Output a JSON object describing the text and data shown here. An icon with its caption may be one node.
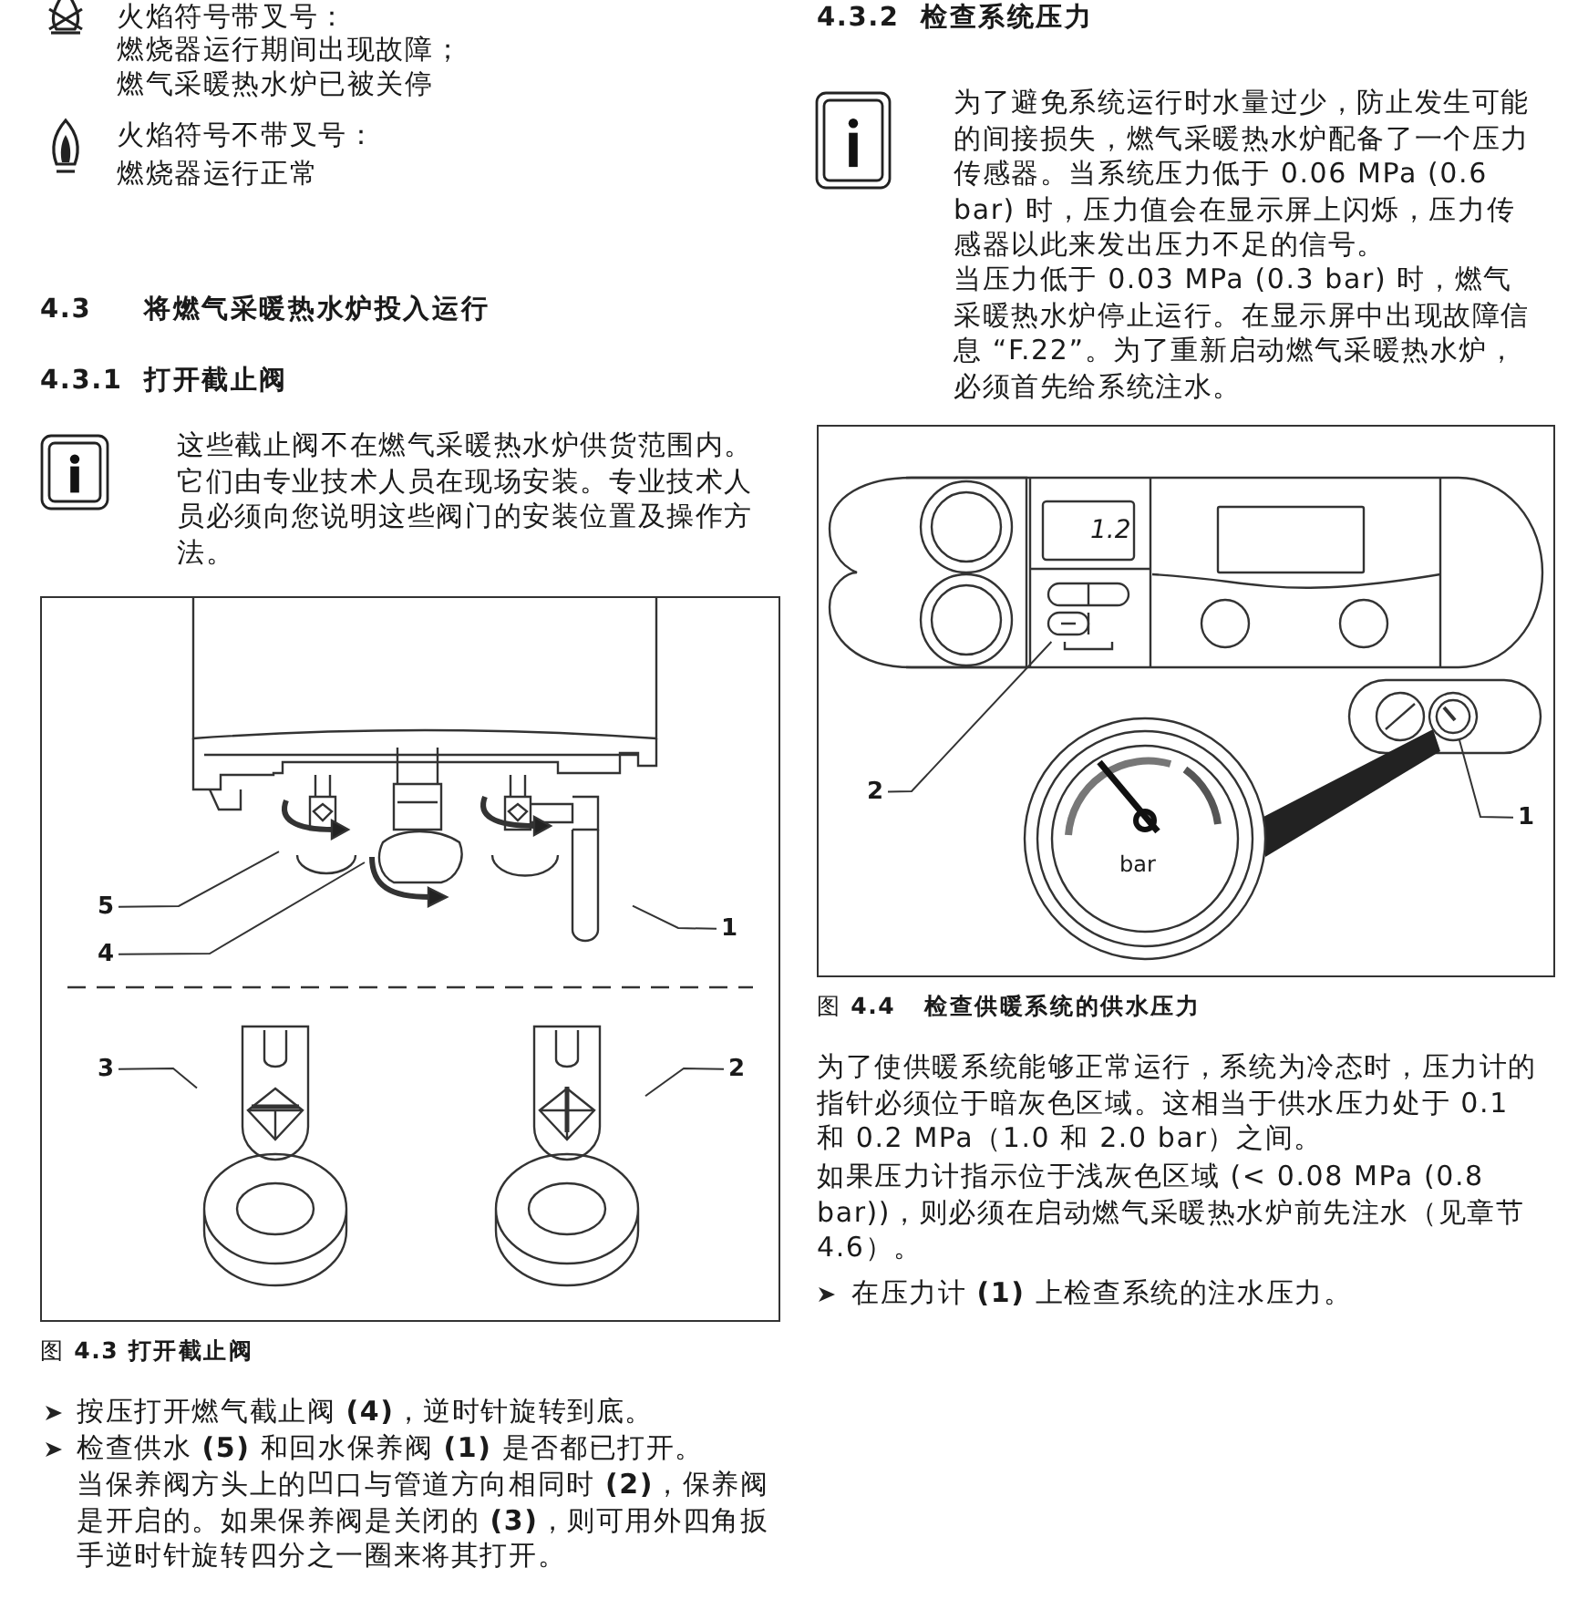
{
  "diagram": {
    "nodes": [
      {
        "text": [
          "5"
        ]
      },
      {
        "text": [],
        "shape": "picture"
      },
      {
        "text": [
          "4"
        ]
      },
      {
        "text": [],
        "shape": "picture"
      },
      {
        "text": [
          "1"
        ]
      },
      {
        "text": [],
        "shape": "picture"
      },
      {
        "text": [
          "3"
        ]
      },
      {
        "text": [],
        "shape": "picture"
      },
      {
        "text": [
          "2"
        ]
      },
      {
        "text": [],
        "shape": "picture"
      },
      {
        "text": [
          "2"
        ]
      },
      {
        "text": [],
        "shape": "picture"
      },
      {
        "text": [
          "1"
        ]
      },
      {
        "text": [],
        "shape": "picture"
      }
    ],
    "edges": [
      {
        "from": 0,
        "to": 1,
        "arrow": "none"
      },
      {
        "from": 2,
        "to": 3,
        "arrow": "none"
      },
      {
        "from": 4,
        "to": 5,
        "arrow": "none"
      },
      {
        "from": 6,
        "to": 7,
        "arrow": "none"
      },
      {
        "from": 8,
        "to": 9,
        "arrow": "none"
      },
      {
        "from": 10,
        "to": 11,
        "arrow": "none"
      },
      {
        "from": 12,
        "to": 13,
        "arrow": "none"
      }
    ],
    "labels": [
      "火焰符号带叉号：",
      "燃烧器运行期间出现故障；",
      "燃气采暖热水炉已被关停",
      "火焰符号不带叉号：",
      "燃烧器运行正常",
      "4.3",
      "将燃气采暖热水炉投入运行",
      "4.3.1",
      "打开截止阀",
      "这些截止阀不在燃气采暖热水炉供货范围内。它们由专业技术人员在现场安装。专业技术人员必须向您说明这些阀门的安装位置及操作方法。",
      "图 **4.3 打开截止阀**",
      "按压打开燃气截止阀 **(4)**，逆时针旋转到底。",
      "检查供水 **(5)** 和回水保养阀 **(1)** 是否都已打开。",
      "当保养阀方头上的凹口与管道方向相同时 **(2)**，保养阀是开启的。如果保养阀是关闭的 **(3)**，则可用外四角扳手逆时针旋转四分之一圈来将其打开。",
      "4.3.2",
      "检查系统压力",
      "为了避免系统运行时水量过少，防止发生可能的间接损失，燃气采暖热水炉配备了一个压力传感器。当系统压力低于 0.06  MPa (0.6 bar) 时，压力值会在显示屏上闪烁，压力传感器以此来发出压力不足的信号。",
      "当压力低于 0.03  MPa (0.3 bar) 时，燃气采暖热水炉停止运行。在显示屏中出现故障信息 “F.22”。为了重新启动燃气采暖热水炉，必须首先给系统注水。",
      "1.2",
      "bar",
      "图 **4.4**",
      "检查供暖系统的供水压力",
      "为了使供暖系统能够正常运行，系统为冷态时，压力计的指针必须位于暗灰色区域。这相当于供水压力处于 0.1 和 0.2 MPa（1.0 和 2.0 bar）之间。",
      "如果压力计指示位于浅灰色区域 (< 0.08 MPa (0.8 bar))，则必须在启动燃气采暖热水炉前先注水（见章节 4.6）。",
      "在压力计 **(1)** 上检查系统的注水压力。"
    ]
  }
}
